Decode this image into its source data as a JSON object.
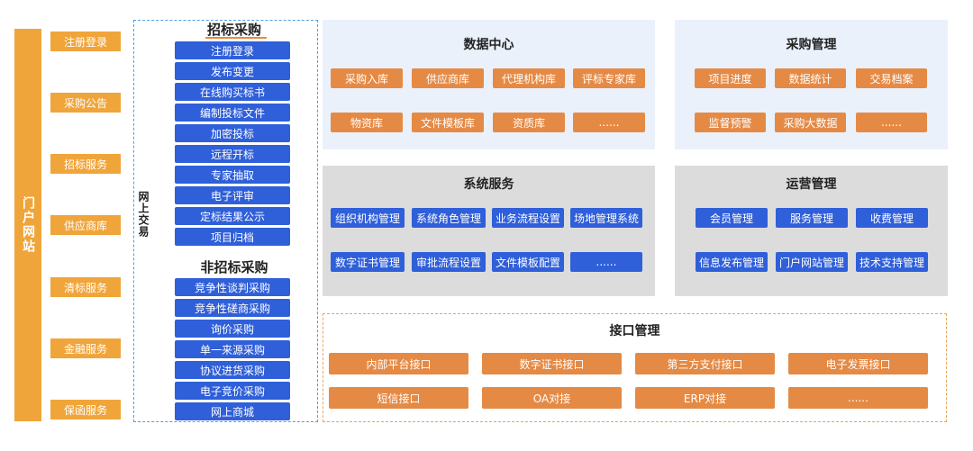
{
  "portal": {
    "title": "门户网站",
    "items": [
      "注册登录",
      "采购公告",
      "招标服务",
      "供应商库",
      "清标服务",
      "金融服务",
      "保函服务"
    ]
  },
  "trade": {
    "label": "网上交易",
    "bidding_title": "招标采购",
    "bidding_items": [
      "注册登录",
      "发布变更",
      "在线购买标书",
      "编制投标文件",
      "加密投标",
      "远程开标",
      "专家抽取",
      "电子评审",
      "定标结果公示",
      "项目归档"
    ],
    "nonbidding_title": "非招标采购",
    "nonbidding_items": [
      "竞争性谈判采购",
      "竞争性磋商采购",
      "询价采购",
      "单一来源采购",
      "协议进货采购",
      "电子竞价采购",
      "网上商城"
    ]
  },
  "data_center": {
    "title": "数据中心",
    "items": [
      "采购入库",
      "供应商库",
      "代理机构库",
      "评标专家库",
      "物资库",
      "文件模板库",
      "资质库",
      "......"
    ]
  },
  "purchase_mgmt": {
    "title": "采购管理",
    "items": [
      "项目进度",
      "数据统计",
      "交易档案",
      "监督预警",
      "采购大数据",
      "......"
    ]
  },
  "system_service": {
    "title": "系统服务",
    "items": [
      "组织机构管理",
      "系统角色管理",
      "业务流程设置",
      "场地管理系统",
      "数字证书管理",
      "审批流程设置",
      "文件模板配置",
      "......"
    ]
  },
  "ops_mgmt": {
    "title": "运营管理",
    "items": [
      "会员管理",
      "服务管理",
      "收费管理",
      "信息发布管理",
      "门户网站管理",
      "技术支持管理"
    ]
  },
  "interface_mgmt": {
    "title": "接口管理",
    "items": [
      "内部平台接口",
      "数字证书接口",
      "第三方支付接口",
      "电子发票接口",
      "短信接口",
      "OA对接",
      "ERP对接",
      "......"
    ]
  },
  "colors": {
    "portal_orange": "#F0A53A",
    "tag_orange": "#E58A45",
    "tag_blue": "#2F5FD9",
    "panel_lightblue": "#EAF1FB",
    "panel_gray": "#DCDCDC"
  }
}
